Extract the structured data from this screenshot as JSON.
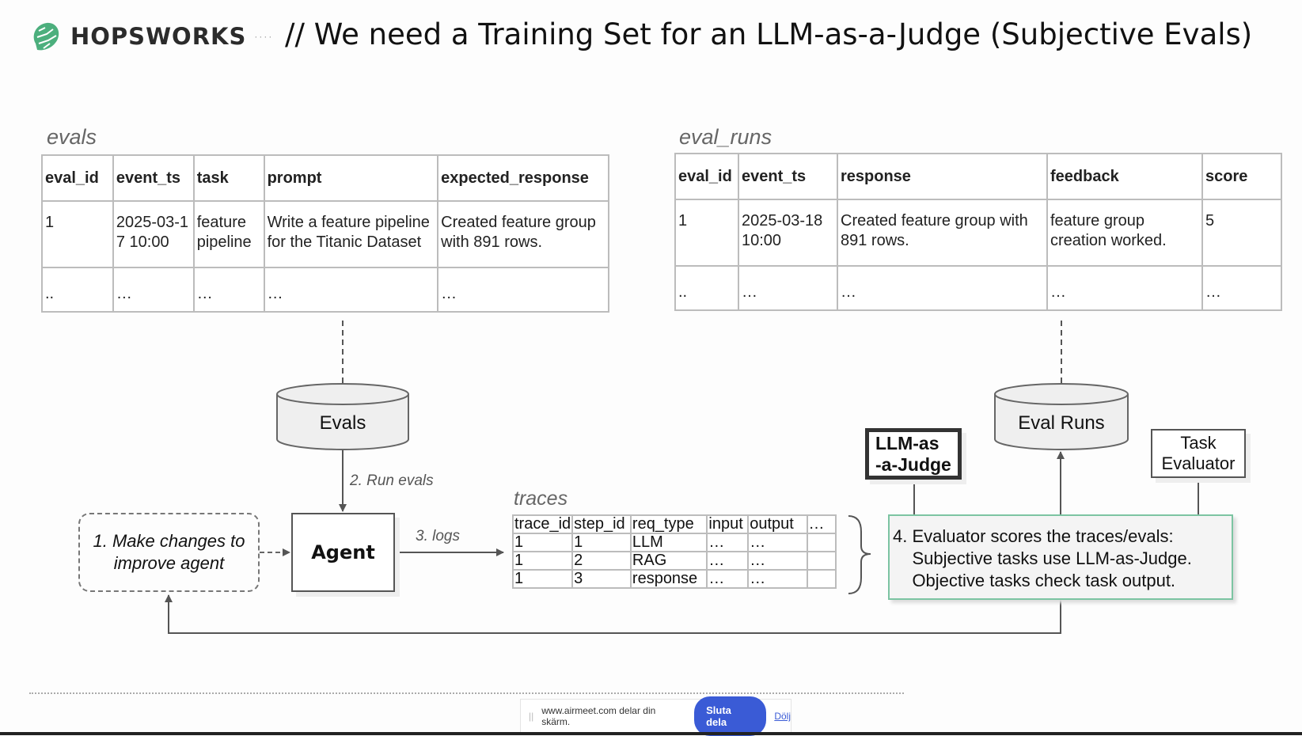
{
  "header": {
    "brand": "HOPSWORKS",
    "brand_separator": "····",
    "logo_icon": "hopsworks-hop-logo",
    "brand_color": "#4caf7d",
    "title": "// We need a Training Set for an LLM-as-a-Judge (Subjective Evals)"
  },
  "evals_table": {
    "label": "evals",
    "columns": [
      "eval_id",
      "event_ts",
      "task",
      "prompt",
      "expected_response"
    ],
    "rows": [
      [
        "1",
        "2025-03-17 10:00",
        "feature pipeline",
        "Write a feature pipeline for the Titanic Dataset",
        "Created feature group with 891 rows."
      ],
      [
        "..",
        "…",
        "…",
        "…",
        "…"
      ]
    ]
  },
  "eval_runs_table": {
    "label": "eval_runs",
    "columns": [
      "eval_id",
      "event_ts",
      "response",
      "feedback",
      "score"
    ],
    "rows": [
      [
        "1",
        "2025-03-18 10:00",
        "Created feature group with 891 rows.",
        "feature group creation worked.",
        "5"
      ],
      [
        "..",
        "…",
        "…",
        "…",
        "…"
      ]
    ]
  },
  "traces_table": {
    "label": "traces",
    "columns": [
      "trace_id",
      "step_id",
      "req_type",
      "input",
      "output",
      "…"
    ],
    "rows": [
      [
        "1",
        "1",
        "LLM",
        "…",
        "…",
        ""
      ],
      [
        "1",
        "2",
        "RAG",
        "…",
        "…",
        ""
      ],
      [
        "1",
        "3",
        "response",
        "…",
        "…",
        ""
      ]
    ]
  },
  "diagram": {
    "evals_store": "Evals",
    "eval_runs_store": "Eval Runs",
    "agent": "Agent",
    "improve_step": "1. Make changes to improve agent",
    "run_evals_label": "2. Run evals",
    "logs_label": "3. logs",
    "llm_judge": "LLM-as -a-Judge",
    "llm_judge_line1": "LLM-as",
    "llm_judge_line2": "-a-Judge",
    "task_evaluator_line1": "Task",
    "task_evaluator_line2": "Evaluator",
    "evaluator_note": "4. Evaluator scores the traces/evals:\n    Subjective tasks use LLM-as-Judge.\n    Objective tasks check task output.",
    "evaluator_border_color": "#7cc4a2"
  },
  "share_bar": {
    "message": "www.airmeet.com delar din skärm.",
    "stop_button": "Sluta dela",
    "hide_link": "Dölj",
    "button_color": "#3a5bd6"
  }
}
